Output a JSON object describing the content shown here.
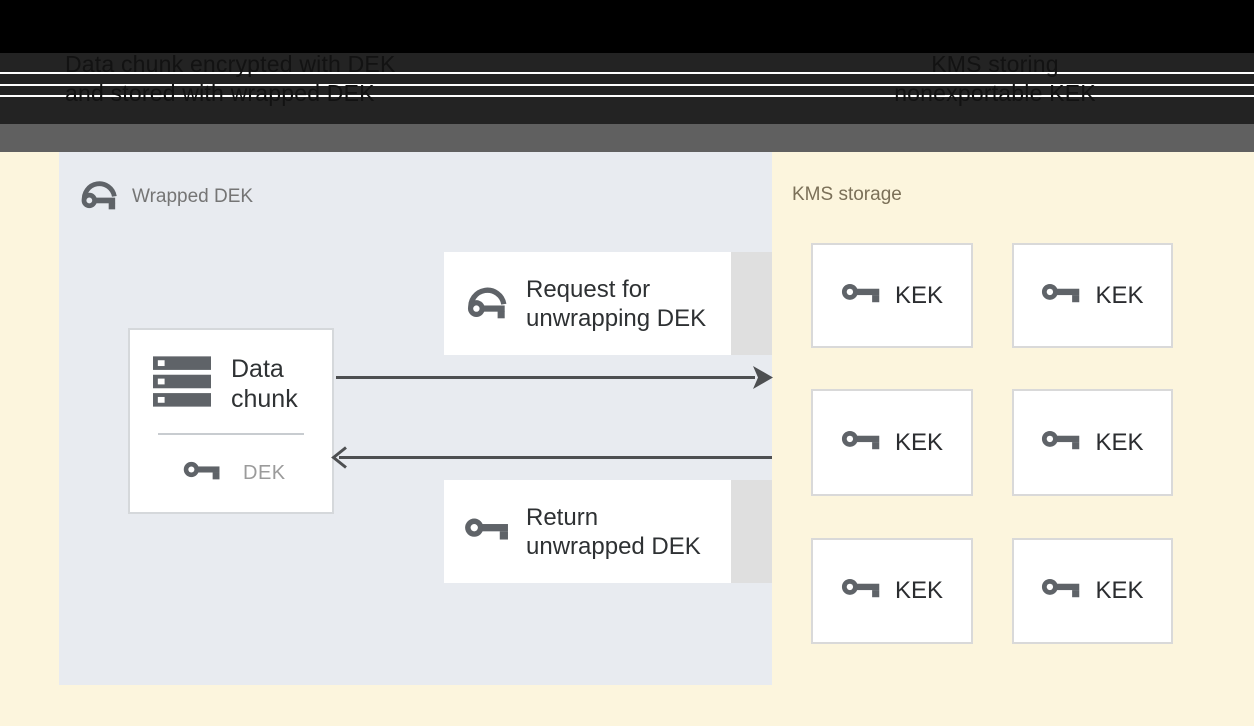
{
  "header": {
    "left_caption": {
      "line1": "Data chunk encrypted with DEK",
      "line2": "and stored with wrapped DEK"
    },
    "right_caption": {
      "line1": "KMS storing",
      "line2": "nonexportable KEK"
    }
  },
  "wrapped_dek_zone": {
    "label": "Wrapped DEK",
    "data_chunk": {
      "title_line1": "Data",
      "title_line2": "chunk",
      "key_label": "DEK"
    },
    "request_box": {
      "line1": "Request for",
      "line2": "unwrapping DEK"
    },
    "return_box": {
      "line1": "Return",
      "line2": "unwrapped DEK"
    }
  },
  "kms_zone": {
    "label": "KMS storage",
    "keks": [
      {
        "label": "KEK"
      },
      {
        "label": "KEK"
      },
      {
        "label": "KEK"
      },
      {
        "label": "KEK"
      },
      {
        "label": "KEK"
      },
      {
        "label": "KEK"
      }
    ]
  },
  "icons": {
    "wrapped_key": "wrapped-key-icon",
    "plain_key": "key-icon",
    "data_chunk": "storage-stack-icon",
    "arrow_right": "arrow-right-head-icon",
    "arrow_left": "arrow-left-head-icon"
  },
  "colors": {
    "background": "#fcf5dd",
    "wrapped_zone_panel": "#e8ebf0",
    "band_black": "#000000",
    "band_charcoal": "#232323",
    "band_gray": "#606060",
    "icon_gray": "#5f6368",
    "arrow": "#4d4f51",
    "box_border": "#d9d9d9",
    "box_side_strip": "#dfdfdf"
  }
}
